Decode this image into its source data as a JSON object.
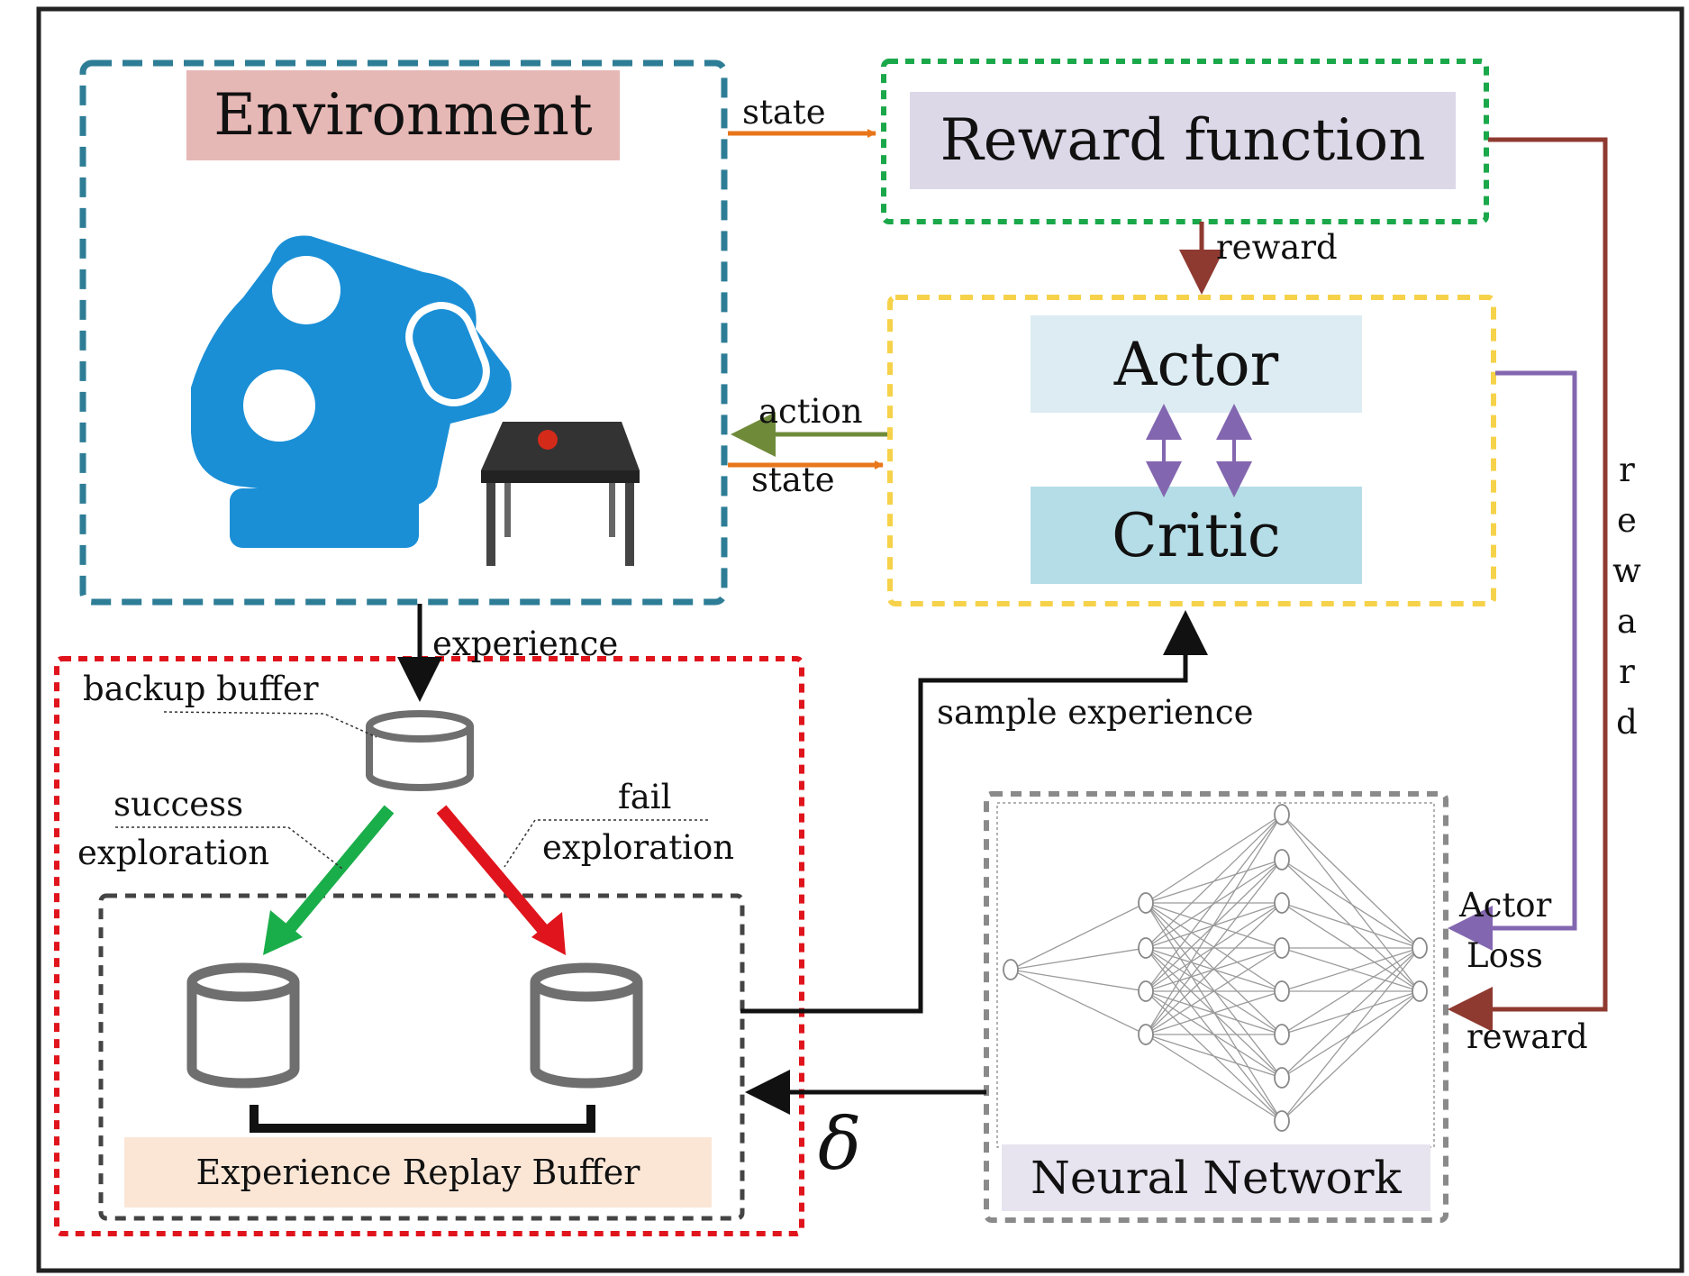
{
  "environment": {
    "title": "Environment"
  },
  "reward_function": {
    "title": "Reward function"
  },
  "actor_critic": {
    "actor_label": "Actor",
    "critic_label": "Critic"
  },
  "replay": {
    "backup_label": "backup buffer",
    "success_line1": "success",
    "success_line2": "exploration",
    "fail_line1": "fail",
    "fail_line2": "exploration",
    "buffer_label": "Experience Replay Buffer"
  },
  "neural_network": {
    "title": "Neural Network"
  },
  "arrows": {
    "state_top": "state",
    "action": "action",
    "state_mid": "state",
    "reward_down": "reward",
    "experience": "experience",
    "sample_experience": "sample experience",
    "actor_loss_line1": "Actor",
    "actor_loss_line2": "Loss",
    "reward_bottom": "reward",
    "delta": "δ",
    "reward_vertical": [
      "r",
      "e",
      "w",
      "a",
      "r",
      "d"
    ]
  },
  "colors": {
    "env_border": "#2e7d96",
    "reward_border": "#1aa84a",
    "actor_critic_border": "#f6d24a",
    "replay_outer_border": "#e0141c",
    "buffer_border": "#444444",
    "nn_border": "#8a8a8a",
    "env_title_bg": "#e6b8b5",
    "reward_title_bg": "#ddd8e8",
    "actor_bg": "#dcecf2",
    "critic_bg": "#b5dde7",
    "buffer_label_bg": "#fbe6d6",
    "nn_label_bg": "#e7e4f0",
    "robot_blue": "#1a8fd6",
    "state_arrow": "#e8761a",
    "action_arrow": "#6f8b3a",
    "reward_arrow": "#8f3a30",
    "actor_loss_arrow": "#8366b0",
    "success_arrow": "#1aae4a",
    "fail_arrow": "#e0141c"
  }
}
